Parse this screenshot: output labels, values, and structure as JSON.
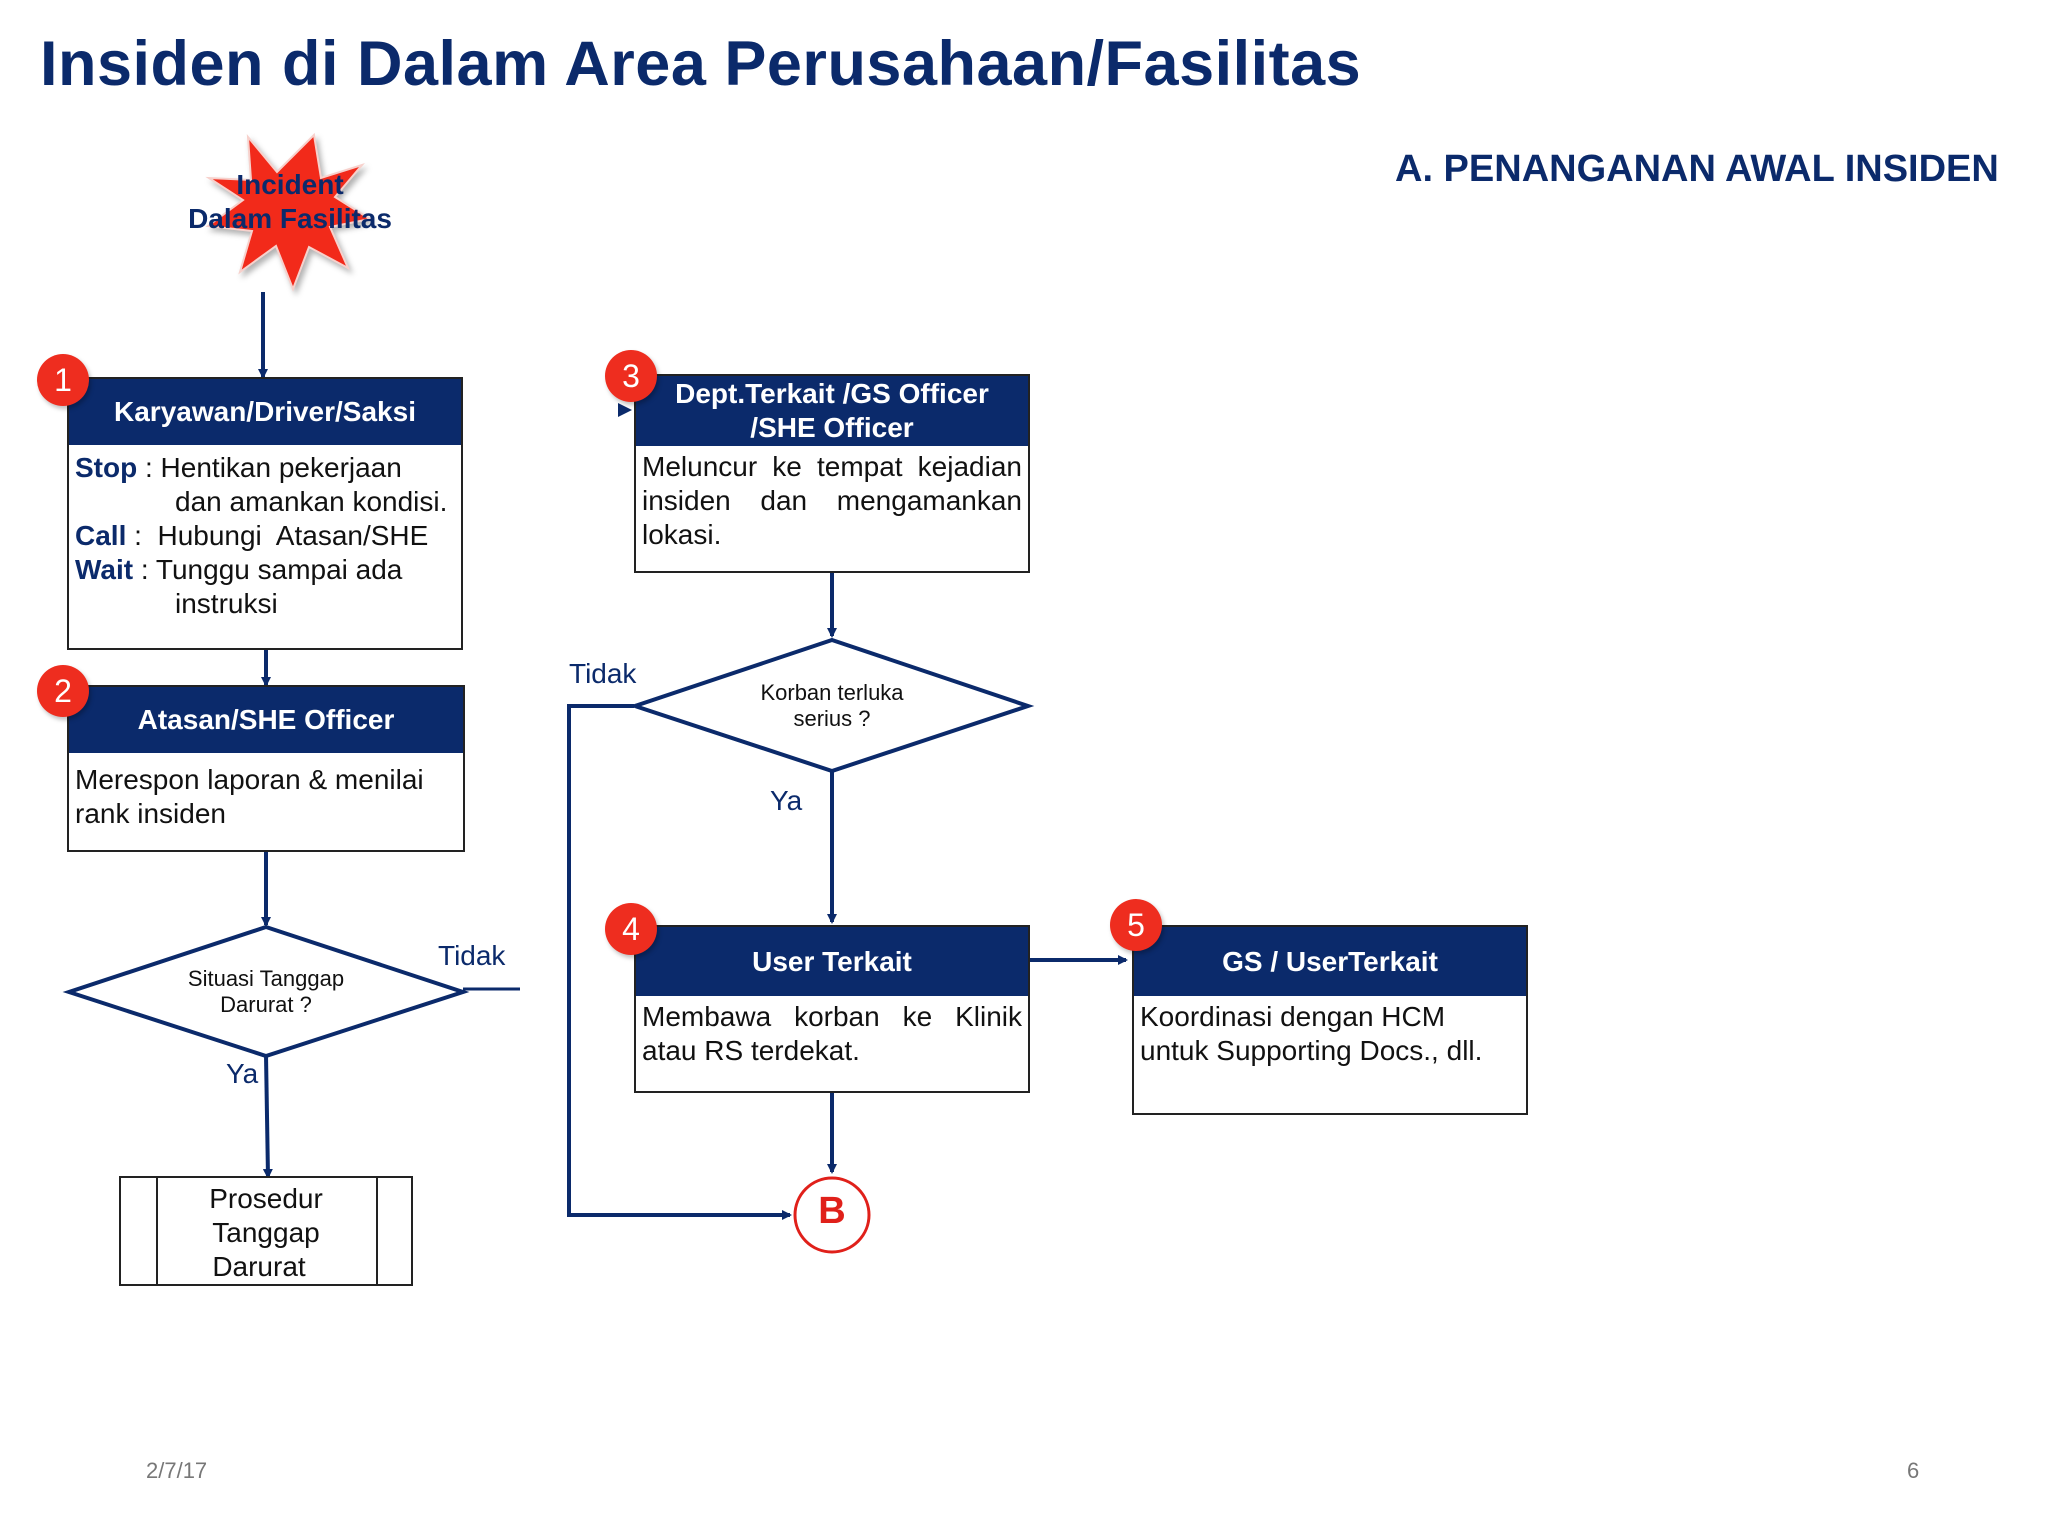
{
  "title": "Insiden di Dalam Area Perusahaan/Fasilitas",
  "section": "A. PENANGANAN AWAL INSIDEN",
  "start": {
    "line1": "Incident",
    "line2": "Dalam Fasilitas"
  },
  "steps": {
    "s1": {
      "number": "1",
      "header": "Karyawan/Driver/Saksi",
      "stop_kw": "Stop",
      "stop_text": " : Hentikan pekerjaan",
      "stop_cont": "dan amankan kondisi.",
      "call_kw": "Call",
      "call_text": " :  Hubungi  Atasan/SHE",
      "wait_kw": "Wait",
      "wait_text": " : Tunggu sampai ada",
      "wait_cont": "instruksi"
    },
    "s2": {
      "number": "2",
      "header": "Atasan/SHE Officer",
      "body": "Merespon laporan & menilai rank insiden"
    },
    "s3": {
      "number": "3",
      "header_line1": "Dept.Terkait /GS Officer",
      "header_line2": "/SHE Officer",
      "body": "Meluncur ke tempat kejadian insiden dan mengamankan lokasi."
    },
    "s4": {
      "number": "4",
      "header": "User Terkait",
      "body": "Membawa korban ke Klinik atau RS terdekat."
    },
    "s5": {
      "number": "5",
      "header": "GS / UserTerkait",
      "body": "Koordinasi dengan HCM untuk Supporting Docs., dll."
    }
  },
  "decisions": {
    "d1": {
      "line1": "Situasi Tanggap",
      "line2": "Darurat ?",
      "no": "Tidak",
      "yes": "Ya"
    },
    "d2": {
      "line1": "Korban terluka",
      "line2": "serius ?",
      "no": "Tidak",
      "yes": "Ya"
    }
  },
  "procedure": {
    "line1": "Prosedur",
    "line2": "Tanggap",
    "line3": "Darurat"
  },
  "connector": {
    "label": "B"
  },
  "footer": {
    "date": "2/7/17",
    "page": "6"
  },
  "colors": {
    "navy": "#0b2a6b",
    "red": "#ee2d1f",
    "connector_red": "#e0201a"
  }
}
